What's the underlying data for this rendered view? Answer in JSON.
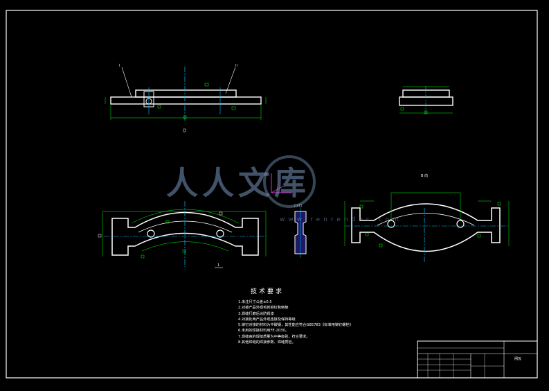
{
  "watermark": {
    "main": "人人文库",
    "sub": "www.renrendoc.com"
  },
  "labels": {
    "section_a_left": "I",
    "section_a_right": "II",
    "view_b": "B 向",
    "detail_ref": "□-□",
    "mark_1": "1"
  },
  "requirements": {
    "title": "技术要求",
    "items": [
      "1.未注尺寸公差±0.5",
      "2.对接产品外观毛刺铆钉和倒棱",
      "3.焊缝打磨后涂防锈漆",
      "4.对接处两产品外观连接及保持等级",
      "5.铆钉对接的材料为中碳钢，其性能应符合GB5783《标准用铆钉螺栓》",
      "6.未用的焊接材料用FE-2030。",
      "7.焊缝高的焊缝质量为中等级别，符合要求。",
      "8.其他焊缝的焊接参数、焊缝质检。"
    ]
  },
  "title_block": {
    "drawing_name": "闸瓦"
  },
  "colors": {
    "background": "#000000",
    "outline": "#ffffff",
    "dimension": "#00ff00",
    "centerline": "#00bfff",
    "hidden": "#ffff00",
    "axis_x": "#cc33cc",
    "accent": "#3366ff"
  }
}
